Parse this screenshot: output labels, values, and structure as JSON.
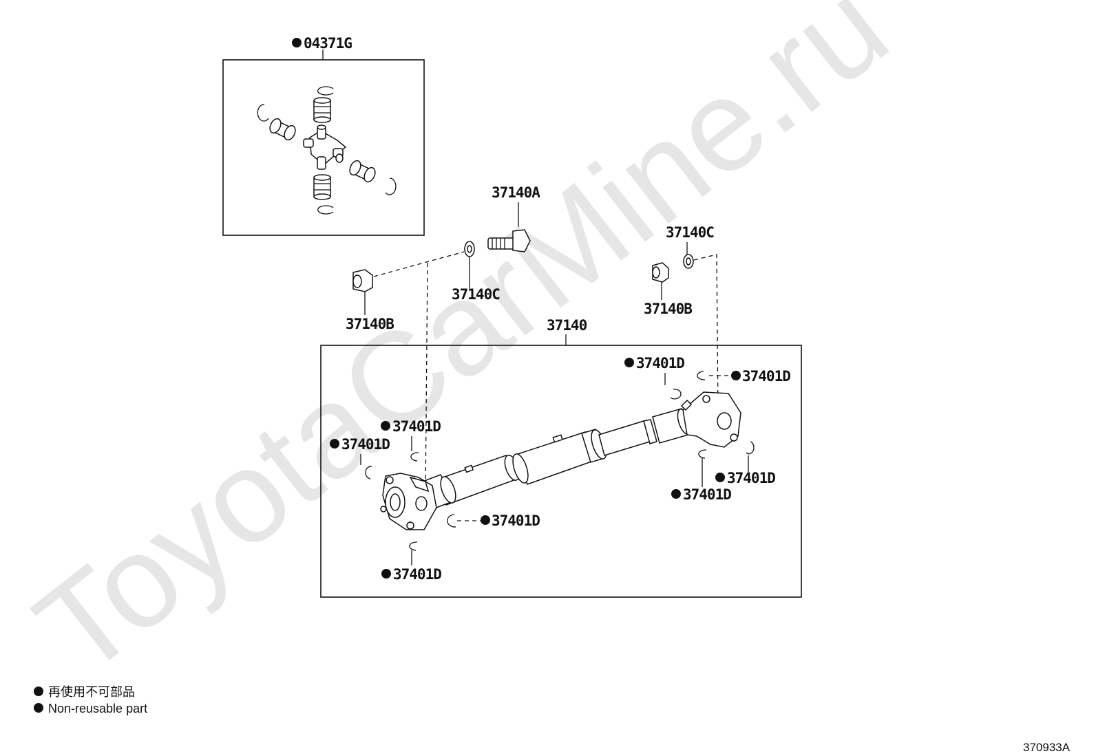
{
  "watermark": "ToyotaCarMine.ru",
  "callouts": {
    "kit_04371G": "04371G",
    "bolt_37140A": "37140A",
    "washer_37140C_left": "37140C",
    "nut_37140B_left": "37140B",
    "washer_37140C_right": "37140C",
    "nut_37140B_right": "37140B",
    "shaft_37140": "37140",
    "snap_ring_1": "37401D",
    "snap_ring_2": "37401D",
    "snap_ring_3": "37401D",
    "snap_ring_4": "37401D",
    "snap_ring_5": "37401D",
    "snap_ring_6": "37401D",
    "snap_ring_7": "37401D",
    "snap_ring_8": "37401D"
  },
  "legend": {
    "japanese": "再使用不可部品",
    "english": "Non-reusable part"
  },
  "diagram_code": "370933A",
  "colors": {
    "ink": "#111111",
    "watermark": "#e6e6e6",
    "background": "#ffffff"
  }
}
